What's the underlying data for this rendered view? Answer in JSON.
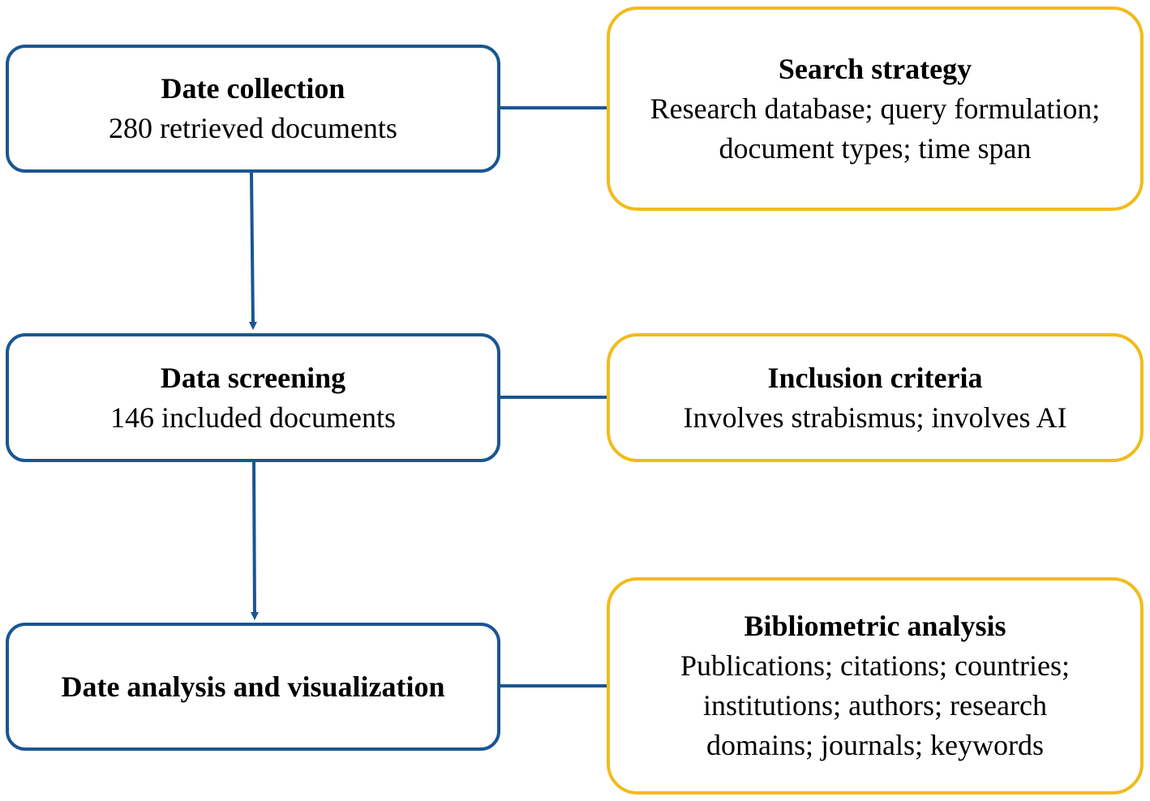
{
  "steps": [
    {
      "title": "Date collection",
      "detail": "280 retrieved documents"
    },
    {
      "title": "Data screening",
      "detail": "146 included documents"
    },
    {
      "title": "Date analysis and visualization",
      "detail": ""
    }
  ],
  "notes": [
    {
      "title": "Search strategy",
      "detail": "Research database; query formulation; document types; time span"
    },
    {
      "title": "Inclusion criteria",
      "detail": "Involves strabismus; involves AI"
    },
    {
      "title": "Bibliometric analysis",
      "detail": "Publications; citations; countries; institutions; authors; research domains; journals; keywords"
    }
  ],
  "colors": {
    "step_border": "#1a5692",
    "note_border": "#f2bb1c"
  }
}
